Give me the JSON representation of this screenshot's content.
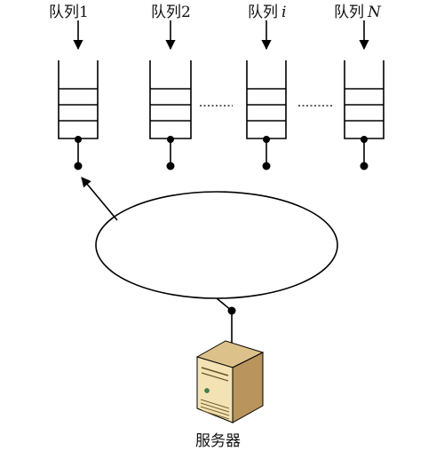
{
  "diagram": {
    "queues": [
      {
        "label_prefix": "队列",
        "label_suffix": "1",
        "suffix_italic": false
      },
      {
        "label_prefix": "队列",
        "label_suffix": "2",
        "suffix_italic": false
      },
      {
        "label_prefix": "队列",
        "label_suffix": "i",
        "suffix_italic": true
      },
      {
        "label_prefix": "队列",
        "label_suffix": "N",
        "suffix_italic": true
      }
    ],
    "server_label": "服务器",
    "colors": {
      "stroke": "#000000",
      "server_front": "#f3e3b4",
      "server_side": "#b9945c",
      "server_top": "#dcc18a"
    }
  }
}
